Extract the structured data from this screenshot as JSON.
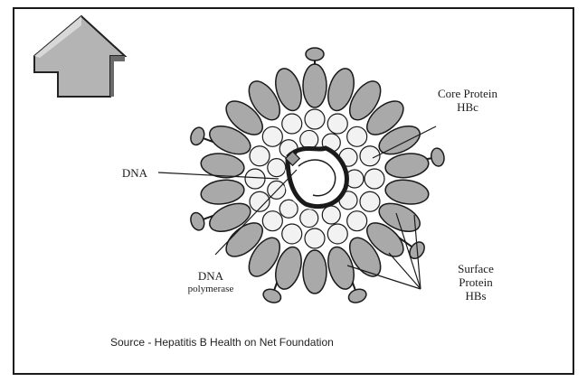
{
  "labels": {
    "core_protein_line1": "Core Protein",
    "core_protein_line2": "HBc",
    "dna": "DNA",
    "dna_polymerase_line1": "DNA",
    "dna_polymerase_line2": "polymerase",
    "surface_protein_line1": "Surface",
    "surface_protein_line2": "Protein",
    "surface_protein_line3": "HBs"
  },
  "caption": "Source - Hepatitis B Health on Net Foundation",
  "icons": {
    "navigation": "back-arrow-icon"
  },
  "colors": {
    "ellipse_fill": "#a9a9a9",
    "outline": "#1a1a1a",
    "arrow_fill": "#b4b4b4"
  }
}
